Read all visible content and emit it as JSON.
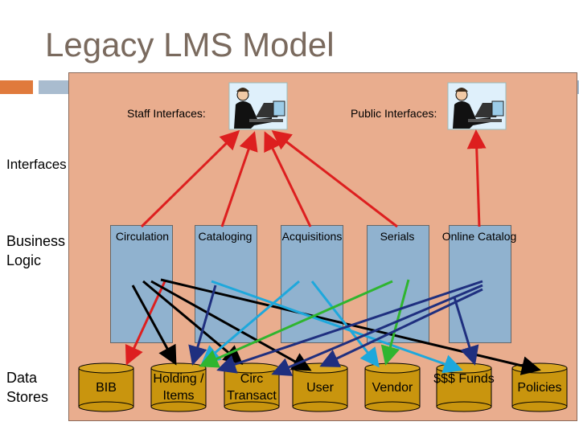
{
  "title": "Legacy LMS Model",
  "staff_label": "Staff Interfaces:",
  "public_label": "Public Interfaces:",
  "row_labels": {
    "interfaces": "Interfaces",
    "business": "Business Logic",
    "data": "Data Stores"
  },
  "modules": [
    "Circulation",
    "Cataloging",
    "Acquisitions",
    "Serials",
    "Online Catalog"
  ],
  "stores": [
    "BIB",
    "Holding / Items",
    "Circ Transact",
    "User",
    "Vendor",
    "$$$ Funds",
    "Policies"
  ],
  "colors": {
    "panel": "#e9ad8e",
    "module": "#90b2cf",
    "store": "#c9950e",
    "red_arrow": "#dd1f1f",
    "dark_blue_arrow": "#1f2f7f",
    "light_blue_arrow": "#1ea8dc",
    "green_arrow": "#2fb52f",
    "black_arrow": "#000000"
  },
  "icons": [
    "user-at-computer-icon"
  ]
}
